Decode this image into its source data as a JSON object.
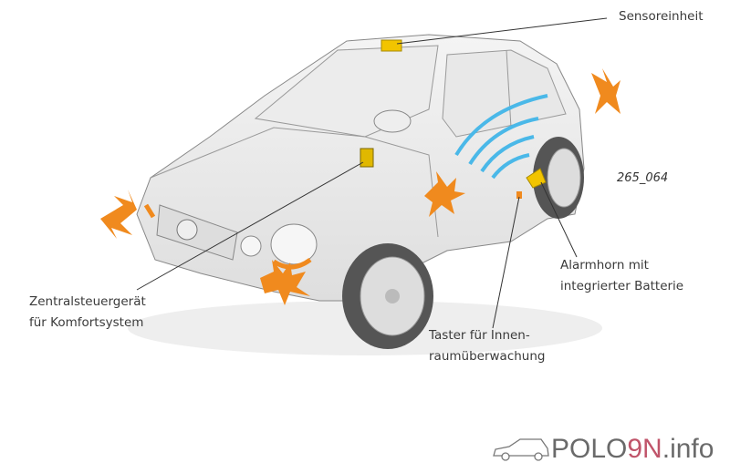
{
  "labels": {
    "sensor_unit": "Sensoreinheit",
    "central_unit_line1": "Zentralsteuergerät",
    "central_unit_line2": "für Komfortsystem",
    "switch_line1": "Taster für Innen-",
    "switch_line2": "raumüberwachung",
    "alarm_horn_line1": "Alarmhorn mit",
    "alarm_horn_line2": "integrierter Batterie"
  },
  "figure_id": "265_064",
  "logo": {
    "part1": "POLO",
    "part2": "9N",
    "part3": ".info"
  },
  "colors": {
    "flash": "#f08a1e",
    "signal": "#4ab8e8",
    "component": "#f2c400",
    "logo_accent": "#c0546a"
  }
}
